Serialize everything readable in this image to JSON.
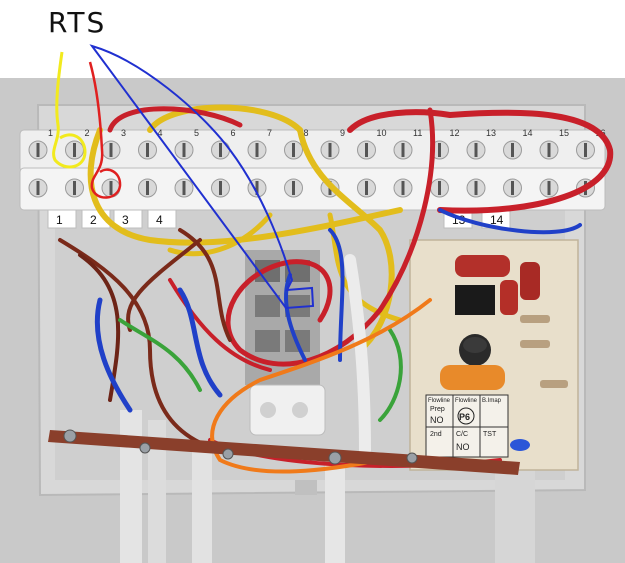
{
  "annotation": {
    "label": "RTS",
    "colors": {
      "yellow": "#f2ea1e",
      "red": "#e02020",
      "blue": "#2030d0"
    }
  },
  "terminal_block": {
    "upper_numbers": [
      "1",
      "2",
      "3",
      "4",
      "5",
      "6",
      "7",
      "8",
      "9",
      "10",
      "11",
      "12",
      "13",
      "14",
      "15",
      "16"
    ],
    "lower_labels": [
      {
        "text": "1"
      },
      {
        "text": "2"
      },
      {
        "text": "3"
      },
      {
        "text": "4"
      },
      {
        "text": "13"
      },
      {
        "text": "14"
      }
    ]
  },
  "pcb": {
    "relay_labels": {
      "c1": "Flowline",
      "c2": "Flowline",
      "c3": "B.Imap",
      "r1": "Prep",
      "r2": "NO",
      "r3": "2nd",
      "r4": "C/C",
      "r5": "NO",
      "r6": "TST",
      "logo": "P6"
    }
  },
  "colors": {
    "wire_yellow": "#e9c21d",
    "wire_red": "#c8202a",
    "wire_brown": "#7a2a1a",
    "wire_blue": "#2040c8",
    "wire_green": "#3aa33a",
    "wire_orange": "#f07a1a",
    "wire_white": "#e8e8e8",
    "pcb": "#e6dcc8",
    "terminal": "#efefef",
    "housing": "#dcdcdc",
    "clamp": "#8a3f2b"
  }
}
